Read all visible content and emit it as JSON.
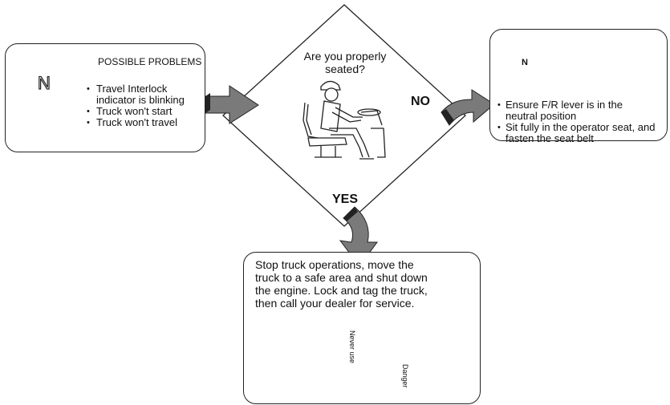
{
  "problems": {
    "title": "POSSIBLE PROBLEMS",
    "indicator_letter": "N",
    "items": [
      "Travel Interlock indicator is blinking",
      "Truck won't start",
      "Truck won't travel"
    ]
  },
  "decision": {
    "question_line1": "Are you properly",
    "question_line2": "seated?",
    "no_label": "NO",
    "yes_label": "YES"
  },
  "no_action": {
    "lever_letter": "N",
    "items": [
      "Ensure F/R lever is in the neutral position",
      "Sit fully in the operator seat, and fasten the seat belt"
    ]
  },
  "yes_action": {
    "lines": [
      "Stop truck operations, move the",
      "truck to a safe area and shut down",
      "the engine. Lock and tag the truck,",
      "then call your dealer for service."
    ],
    "tag_never_line1": "Never",
    "tag_never_line2": "use",
    "tag_danger": "Danger"
  }
}
